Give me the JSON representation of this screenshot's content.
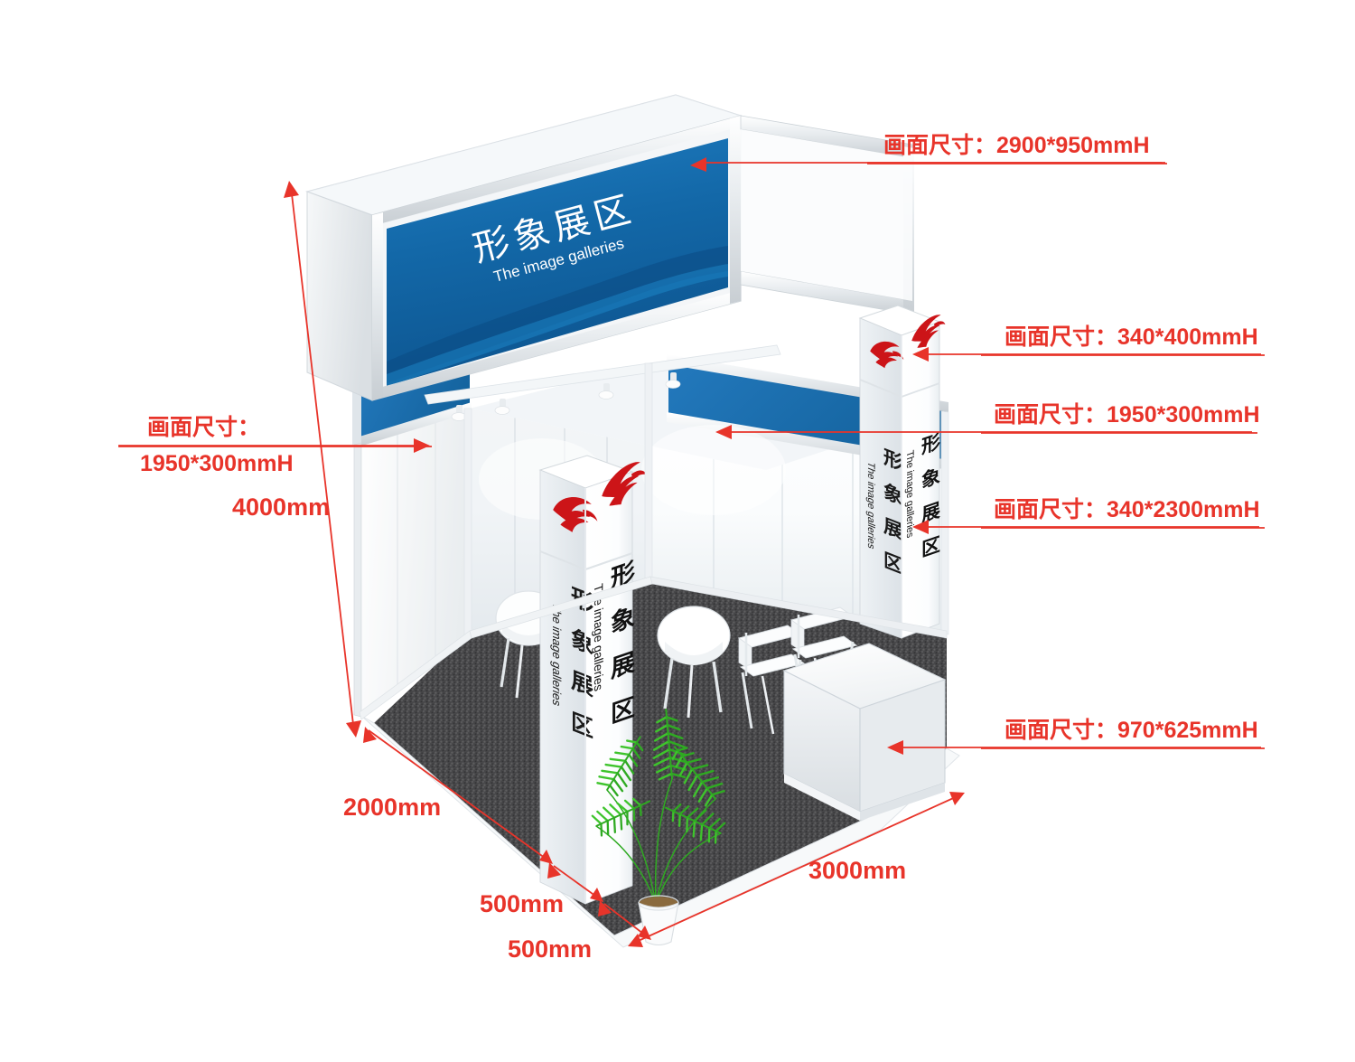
{
  "scene": {
    "kind": "exhibition-booth-3d-isometric-drawing",
    "banner": {
      "title_cn": "形象展区",
      "title_en": "The image galleries",
      "bg_color": "#1368a8"
    },
    "pillar": {
      "title_cn": "形象展区",
      "title_en": "The image galleries",
      "logo": "red-flame-bird-logo",
      "logo_color": "#cc1418"
    },
    "colors": {
      "banner_blue": "#1368a8",
      "fascia_blue": "#1a6fb5",
      "frame_white": "#f2f4f6",
      "frame_edge": "#c9cfd4",
      "carpet_grey": "#4a4a4c",
      "annotation_red": "#e8342a",
      "plant_green": "#2faa22"
    }
  },
  "annotations": {
    "header_panel": "画面尺寸：2900*950mmH",
    "pillar_top": "画面尺寸：340*400mmH",
    "fascia_right": "画面尺寸：1950*300mmH",
    "pillar_body": "画面尺寸：340*2300mmH",
    "counter_front": "画面尺寸：970*625mmH",
    "fascia_left_line1": "画面尺寸：",
    "fascia_left_line2": "1950*300mmH"
  },
  "dimensions": {
    "height": "4000mm",
    "depth": "2000mm",
    "pillar_gap": "500mm",
    "pillar_width": "500mm",
    "width": "3000mm"
  }
}
